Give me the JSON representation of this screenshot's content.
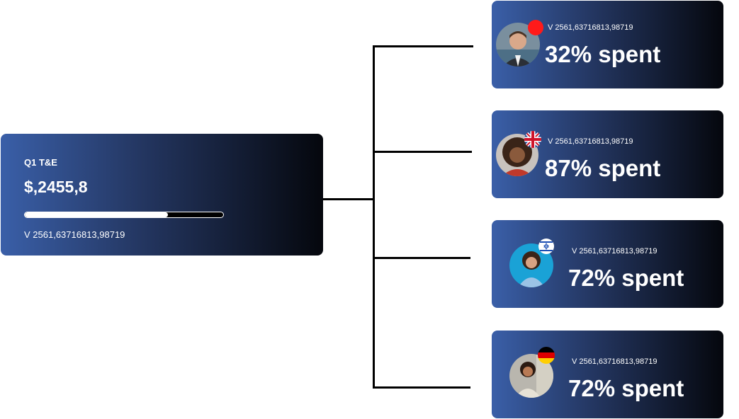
{
  "main": {
    "title": "Q1 T&E",
    "amount": "$,2455,8",
    "progress_fraction": 0.72,
    "code": "V 2561,63716813,98719"
  },
  "people": [
    {
      "code": "V 2561,63716813,98719",
      "spent": "32% spent",
      "flag": "red-dot-flag-icon"
    },
    {
      "code": "V 2561,63716813,98719",
      "spent": "87% spent",
      "flag": "uk-flag-icon"
    },
    {
      "code": "V 2561,63716813,98719",
      "spent": "72% spent",
      "flag": "israel-flag-icon"
    },
    {
      "code": "V 2561,63716813,98719",
      "spent": "72% spent",
      "flag": "germany-flag-icon"
    }
  ],
  "colors": {
    "card_gradient_start": "#3a5fa8",
    "card_gradient_end": "#05070d",
    "text": "#ffffff",
    "connector": "#000000"
  }
}
